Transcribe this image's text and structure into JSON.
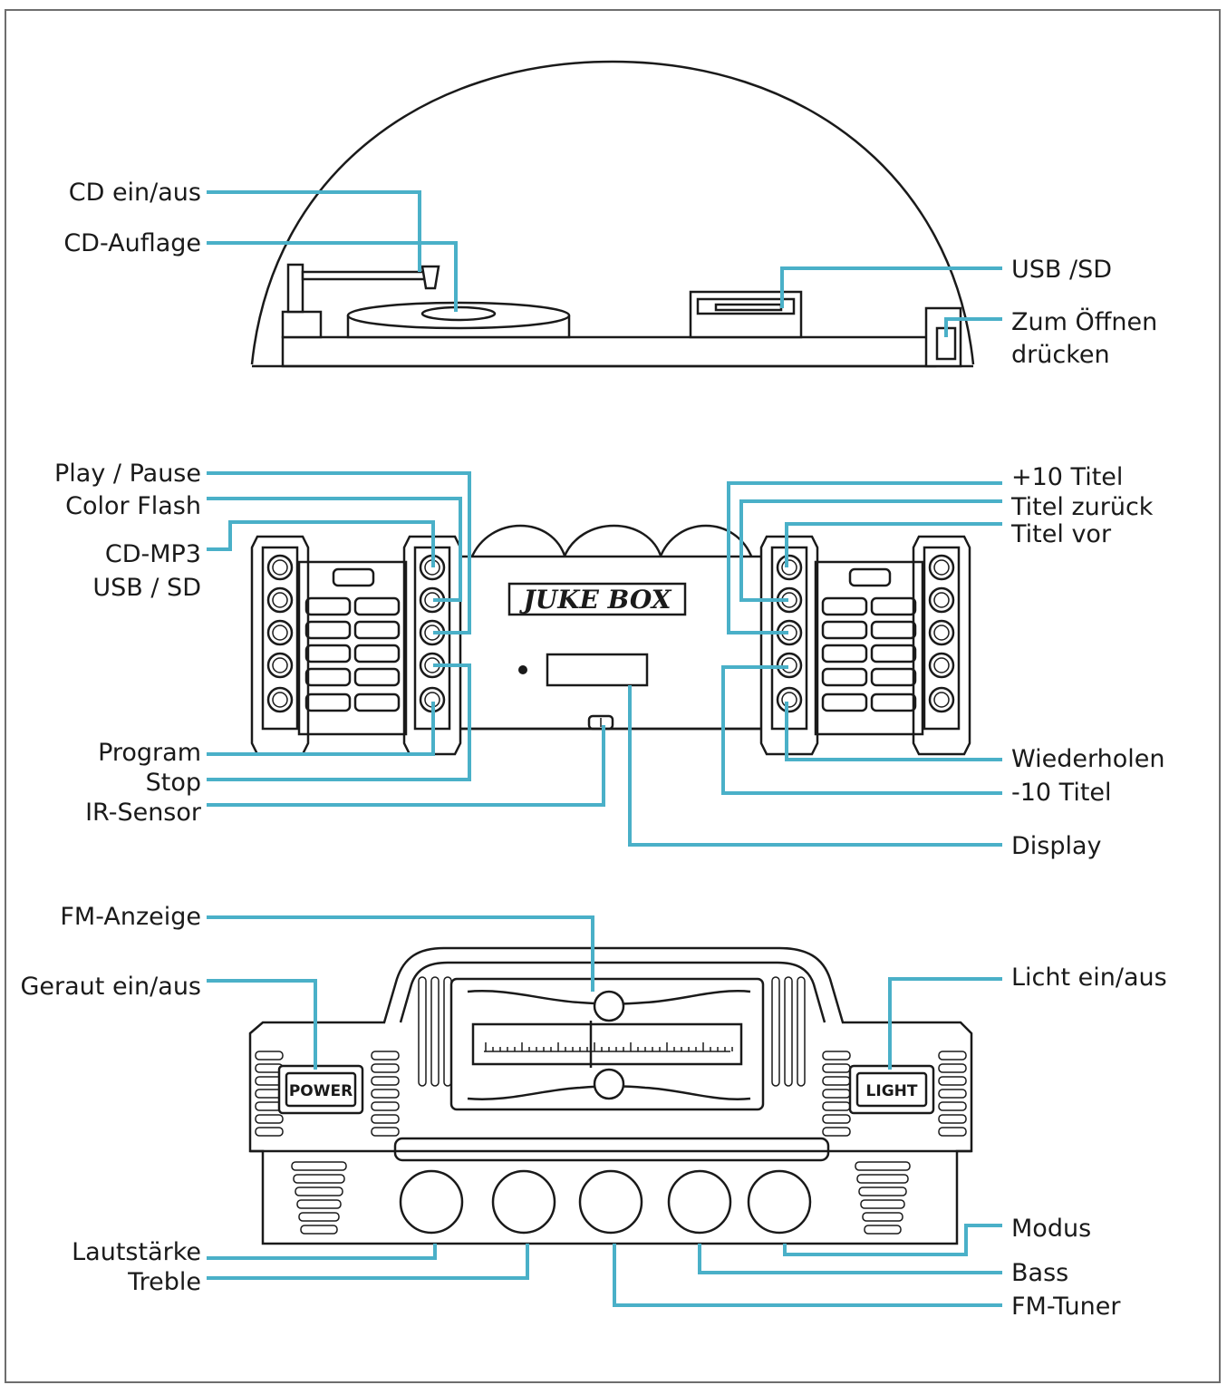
{
  "colors": {
    "leader": "#4ab0c8",
    "outline": "#1a1a1a",
    "background": "#ffffff",
    "frame": "#6e6e6e"
  },
  "device_text": {
    "logo": "JUKE BOX",
    "power": "POWER",
    "light": "LIGHT"
  },
  "top_section": {
    "left_labels": [
      "CD ein/aus",
      "CD-Auflage"
    ],
    "right_labels": [
      "USB /SD",
      "Zum Öffnen",
      "drücken"
    ]
  },
  "middle_section": {
    "left_labels": [
      "Play / Pause",
      "Color Flash",
      "CD-MP3",
      "USB / SD",
      "Program",
      "Stop",
      "IR-Sensor"
    ],
    "right_labels": [
      "+10 Titel",
      "Titel zurück",
      "Titel vor",
      "Wiederholen",
      "-10 Titel",
      "Display"
    ]
  },
  "bottom_section": {
    "left_labels": [
      "FM-Anzeige",
      "Geraut ein/aus",
      "Lautstärke",
      "Treble"
    ],
    "right_labels": [
      "Licht ein/aus",
      "Modus",
      "Bass",
      "FM-Tuner"
    ]
  }
}
